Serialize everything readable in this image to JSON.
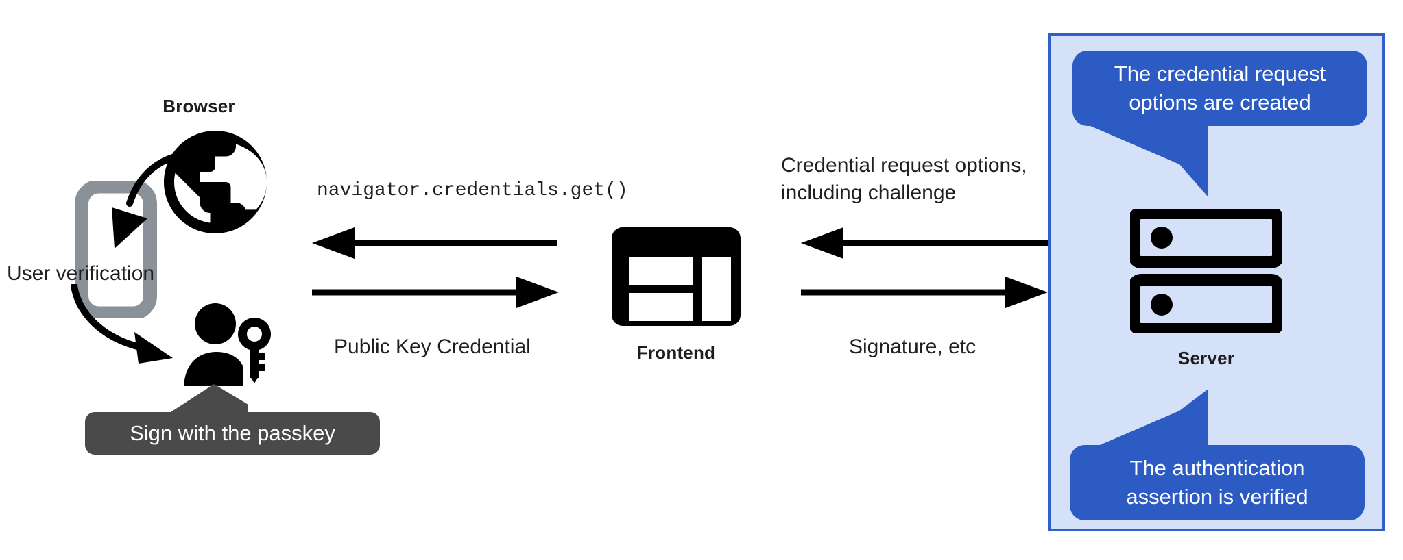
{
  "diagram": {
    "title": "WebAuthn passkey authentication flow",
    "colors": {
      "panel_fill": "#d4e1f8",
      "panel_border": "#2f5fc9",
      "callout_blue": "#2d5bc4",
      "callout_dark": "#4a4a4a",
      "icon_black": "#000000",
      "phone_gray": "#8a9199",
      "text": "#1f1f1f"
    }
  },
  "nodes": {
    "browser": {
      "label": "Browser",
      "icon": "globe-icon"
    },
    "frontend": {
      "label": "Frontend",
      "icon": "web-layout-icon"
    },
    "server": {
      "label": "Server",
      "icon": "server-rack-icon"
    },
    "phone": {
      "icon": "smartphone-icon"
    },
    "user": {
      "icon": "person-with-key-icon"
    }
  },
  "annotations": {
    "user_verification": "User verification",
    "sign_with_passkey": "Sign with the passkey",
    "credential_request_created": "The credential request\noptions are created",
    "assertion_verified": "The authentication\nassertion is verified"
  },
  "arrows": {
    "browser_to_frontend_in": {
      "label": "navigator.credentials.get()",
      "direction": "left",
      "style": "mono"
    },
    "frontend_to_browser_out": {
      "label": "Public Key Credential",
      "direction": "right",
      "style": "plain"
    },
    "server_to_frontend": {
      "label": "Credential request options,\nincluding challenge",
      "direction": "left",
      "style": "plain"
    },
    "frontend_to_server": {
      "label": "Signature, etc",
      "direction": "right",
      "style": "plain"
    }
  }
}
